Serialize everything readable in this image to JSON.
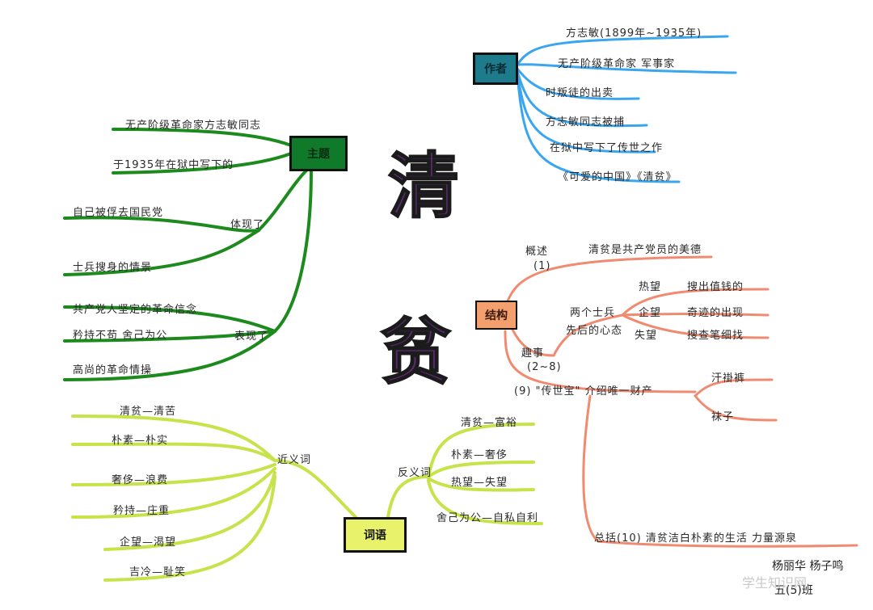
{
  "title_chars": [
    "清",
    "贫"
  ],
  "branches": {
    "author": {
      "label": "作者",
      "items": [
        "方志敏(1899年~1935年)",
        "无产阶级革命家 军事家",
        "时叛徒的出卖",
        "方志敏同志被捕",
        "在狱中写下了传世之作",
        "《可爱的中国》《清贫》"
      ]
    },
    "theme": {
      "label": "主题",
      "items": [
        "无产阶级革命家方志敏同志",
        "于1935年在狱中写下的"
      ],
      "sub1_label": "体现了",
      "sub1_items": [
        "自己被俘去国民党",
        "士兵搜身的情景"
      ],
      "sub2_label": "表现了",
      "sub2_items": [
        "共产党人坚定的革命信念",
        "矜持不苟 舍己为公",
        "高尚的革命情操"
      ]
    },
    "structure": {
      "label": "结构",
      "overview_label": "概述",
      "overview_num": "(1)",
      "overview_text": "清贫是共产党员的美德",
      "interest_label": "趣事",
      "interest_num": "(2~8)",
      "soldiers_label": "两个士兵",
      "soldiers_sub": "先后的心态",
      "moods": [
        {
          "k": "热望",
          "v": "搜出值钱的"
        },
        {
          "k": "企望",
          "v": "奇迹的出现"
        },
        {
          "k": "失望",
          "v": "搜查笔细找"
        }
      ],
      "para9": "(9) \"传世宝\" 介绍唯一财产",
      "treasures": [
        "汗褂裤",
        "袜子"
      ],
      "summary": "总括(10) 清贫洁白朴素的生活 力量源泉"
    },
    "vocab": {
      "label": "词语",
      "near_label": "近义词",
      "near_items": [
        "清贫—清苦",
        "朴素—朴实",
        "奢侈—浪费",
        "矜持—庄重",
        "企望—渴望",
        "吉冷—耻笑"
      ],
      "anti_label": "反义词",
      "anti_items": [
        "清贫—富裕",
        "朴素—奢侈",
        "热望—失望",
        "舍己为公—自私自利"
      ]
    }
  },
  "signature": [
    "杨丽华 杨子鸣",
    "五(5)班"
  ],
  "watermark": "学生知识网",
  "colors": {
    "author_line": "#3aa6f0",
    "theme_line": "#1c8a1c",
    "structure_line": "#f08a70",
    "vocab_line": "#c6e34a",
    "author_box": "#1e7b8c",
    "theme_box": "#0f7a2a",
    "structure_box": "#f3a06e",
    "vocab_box": "#e8f26a"
  }
}
